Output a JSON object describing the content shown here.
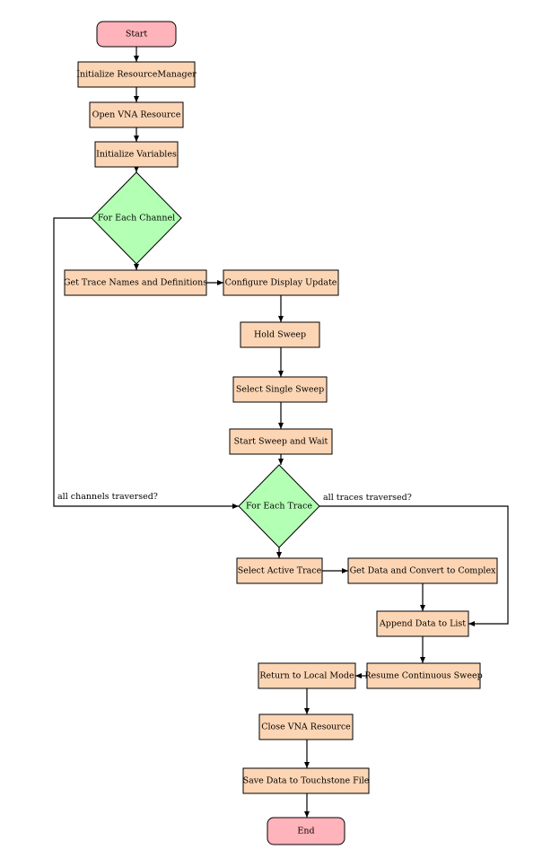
{
  "diagram": {
    "colors": {
      "terminal_fill": "#ffb3ba",
      "process_fill": "#fcd5b4",
      "decision_fill": "#b3ffb3",
      "stroke": "#000000"
    },
    "nodes": [
      {
        "id": "start",
        "kind": "terminal",
        "text": "Start"
      },
      {
        "id": "init_rm",
        "kind": "process",
        "text": "Initialize ResourceManager"
      },
      {
        "id": "open_vna",
        "kind": "process",
        "text": "Open VNA Resource"
      },
      {
        "id": "init_vars",
        "kind": "process",
        "text": "Initialize Variables"
      },
      {
        "id": "each_channel",
        "kind": "decision",
        "text": "For Each Channel"
      },
      {
        "id": "get_trace_names",
        "kind": "process",
        "text": "Get Trace Names and Definitions"
      },
      {
        "id": "config_display",
        "kind": "process",
        "text": "Configure Display Update"
      },
      {
        "id": "hold_sweep",
        "kind": "process",
        "text": "Hold Sweep"
      },
      {
        "id": "single_sweep",
        "kind": "process",
        "text": "Select Single Sweep"
      },
      {
        "id": "start_sweep",
        "kind": "process",
        "text": "Start Sweep and Wait"
      },
      {
        "id": "each_trace",
        "kind": "decision",
        "text": "For Each Trace"
      },
      {
        "id": "select_trace",
        "kind": "process",
        "text": "Select Active Trace"
      },
      {
        "id": "get_data",
        "kind": "process",
        "text": "Get Data and Convert to Complex"
      },
      {
        "id": "append_data",
        "kind": "process",
        "text": "Append Data to List"
      },
      {
        "id": "resume_sweep",
        "kind": "process",
        "text": "Resume Continuous Sweep"
      },
      {
        "id": "local_mode",
        "kind": "process",
        "text": "Return to Local Mode"
      },
      {
        "id": "close_vna",
        "kind": "process",
        "text": "Close VNA Resource"
      },
      {
        "id": "save_data",
        "kind": "process",
        "text": "Save Data to Touchstone File"
      },
      {
        "id": "end",
        "kind": "terminal",
        "text": "End"
      }
    ],
    "edge_labels": {
      "channels_done": "all channels traversed?",
      "traces_done": "all traces traversed?"
    }
  }
}
